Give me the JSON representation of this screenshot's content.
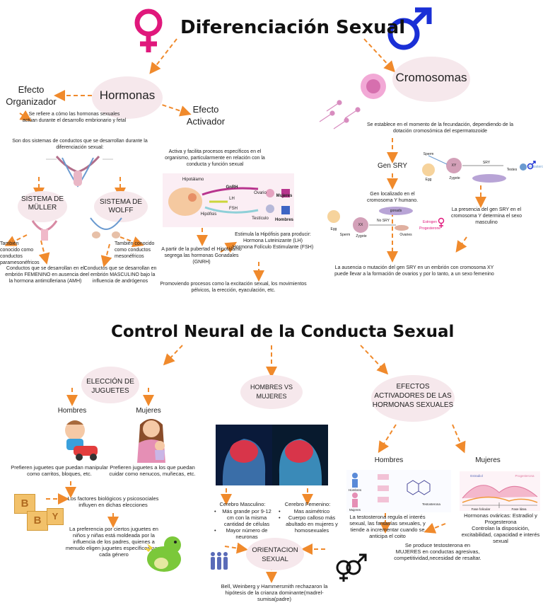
{
  "top": {
    "title": "Diferenciación Sexual",
    "hormonas": "Hormonas",
    "cromosomas": "Cromosomas",
    "efecto_organizador": "Efecto\nOrganizador",
    "efecto_organizador_desc": "Se refiere a cómo las hormonas sexuales actúan durante el desarrollo embrionario y fetal",
    "sistemas_intro": "Son dos sistemas de conductos que se desarrollan durante la diferenciación sexual:",
    "muller": "SISTEMA DE\nMÜLLER",
    "wolff": "SISTEMA DE\nWOLFF",
    "muller_alias": "También conocido como conductos paramesonéfricos",
    "muller_desc": "Conductos que se desarrollan en el embrión FEMENINO en ausencia de la hormona antimülleriana (AMH)",
    "wolff_alias": "También conocido como conductos mesonéfricos",
    "wolff_desc": "Conductos que se desarrollan en el embrión MASCULINO bajo la influencia de andrógenos",
    "efecto_activador": "Efecto\nActivador",
    "activador_desc": "Activa y facilita procesos específicos en el organismo, particularmente en relación con la conducta y función sexual",
    "hypothalamus_labels": {
      "hipotalamo": "Hipotálamo",
      "gnrh": "GnRH",
      "hipofisis": "Hipófisis",
      "lh": "LH",
      "fsh": "FSH",
      "ovario": "Ovario",
      "testiculo": "Testículo",
      "mujeres": "Mujeres",
      "hombres": "Hombres"
    },
    "pubertad": "A partir de la pubertad el Hipotálamo segrega las hormonas Gonadales (GNRH)",
    "estimula": "Estimula la Hipófisis para producir:\nHormona Luteinizante (LH)\nHormona Folículo Estimulante (FSH)",
    "promoviendo": "Promoviendo procesos como la excitación sexual, los movimientos pélvicos, la erección, eyaculación, etc.",
    "fecundacion": "Se establece en el momento de la fecundación, dependiendo de la dotación cromosómica del espermatozoide",
    "gen_sry": "Gen SRY",
    "gen_localizado": "Gen localizado en el cromosoma Y humano.",
    "presencia_sry": "La presencia del gen SRY en el cromosoma Y determina el sexo masculino",
    "ausencia": "La ausencia o mutación del gen SRY en un embrión con cromosoma XY puede llevar a la formación de ovarios y por lo tanto, a un sexo femenino",
    "sry_labels": {
      "sperm": "Sperm",
      "egg": "Egg",
      "zygote": "Zygote",
      "sry": "SRY",
      "testes": "Testes",
      "testosterone": "Testosterone",
      "estrogen_progesterone": "Estrogen\nProgesterone",
      "ovaries": "Ovaries",
      "no_sry": "No SRY",
      "gonads": "gonads",
      "xy": "XY",
      "xx": "XX"
    }
  },
  "bottom": {
    "title": "Control Neural de la Conducta Sexual",
    "eleccion": "ELECCIÓN DE\nJUGUETES",
    "hombres_vs": "HOMBRES VS\nMUJERES",
    "efectos": "EFECTOS\nACTIVADORES DE LAS\nHORMONAS SEXUALES",
    "hombres": "Hombres",
    "mujeres": "Mujeres",
    "hombres_prefieren": "Prefieren juguetes que puedan manipular como carritos, bloques, etc.",
    "mujeres_prefieren": "Prefieren juguetes a los que puedan cuidar como nenucos, muñecas, etc.",
    "factores": "Los factores biológicos y psicosociales influyen en dichas elecciones",
    "preferencia": "La preferencia por ciertos juguetes en niños y niñas  está moldeada por la influencia de los padres, quienes a menudo eligen juguetes específicos para cada género",
    "blocks": [
      "B",
      "B",
      "Y"
    ],
    "cerebro_masculino_title": "Cerebro Masculino:",
    "cerebro_masculino": [
      "Más grande por 9-12 cm con la misma cantidad de células",
      "Mayor número de neuronas"
    ],
    "cerebro_femenino_title": "Cerebro Femenino:",
    "cerebro_femenino": [
      "Mas asimétrico",
      "Cuerpo calloso más abultado en mujeres y homosexuales"
    ],
    "orientacion": "ORIENTACION\nSEXUAL",
    "bell": "Bell, Weinberg y Hammersmith rechazaron la hipótesis de la crianza dominante(madrel-sumisa(padre)",
    "efectos_hombres": "Hombres",
    "efectos_mujeres": "Mujeres",
    "testosterona_desc": "La testosterona regula el interés sexual, las fantasías sexuales, y tiende a incrementar cuando se anticipa el coito",
    "se_produce": "Se produce testosterona en MUJERES en conductas agresivas, competitividad,necesidad de resaltar.",
    "ovaricas": "Hormonas ováricas: Estradiol y Progesterona\nControlan la disposición, excitabilidad, capacidad e interés sexual",
    "diagram_labels": {
      "testosterona": "Testosterona",
      "hombres": "Hombres",
      "mujeres": "Mujeres",
      "progesterona": "Progesterona",
      "estradiol": "Estradiol",
      "fase_folicular": "Fase folicular",
      "fase_lutea": "Fase lútea"
    }
  },
  "colors": {
    "arrow": "#f08a2c",
    "blob": "#f6e8ec",
    "female": "#e0187c",
    "male": "#1a2fd6"
  }
}
